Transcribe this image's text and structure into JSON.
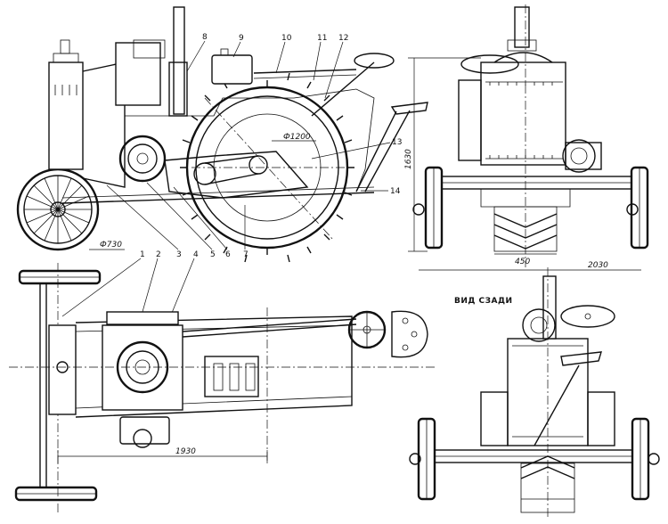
{
  "drawing": {
    "callouts": [
      "1",
      "2",
      "3",
      "4",
      "5",
      "6",
      "7",
      "8",
      "9",
      "10",
      "11",
      "12",
      "13",
      "14"
    ],
    "dimensions": {
      "big_wheel_diameter": "Ф1200",
      "front_wheel_diameter": "Ф730",
      "height": "1630",
      "track": "450",
      "overall_width": "2030",
      "wheelbase": "1930"
    },
    "rear_view_caption": "ВИД СЗАДИ"
  }
}
